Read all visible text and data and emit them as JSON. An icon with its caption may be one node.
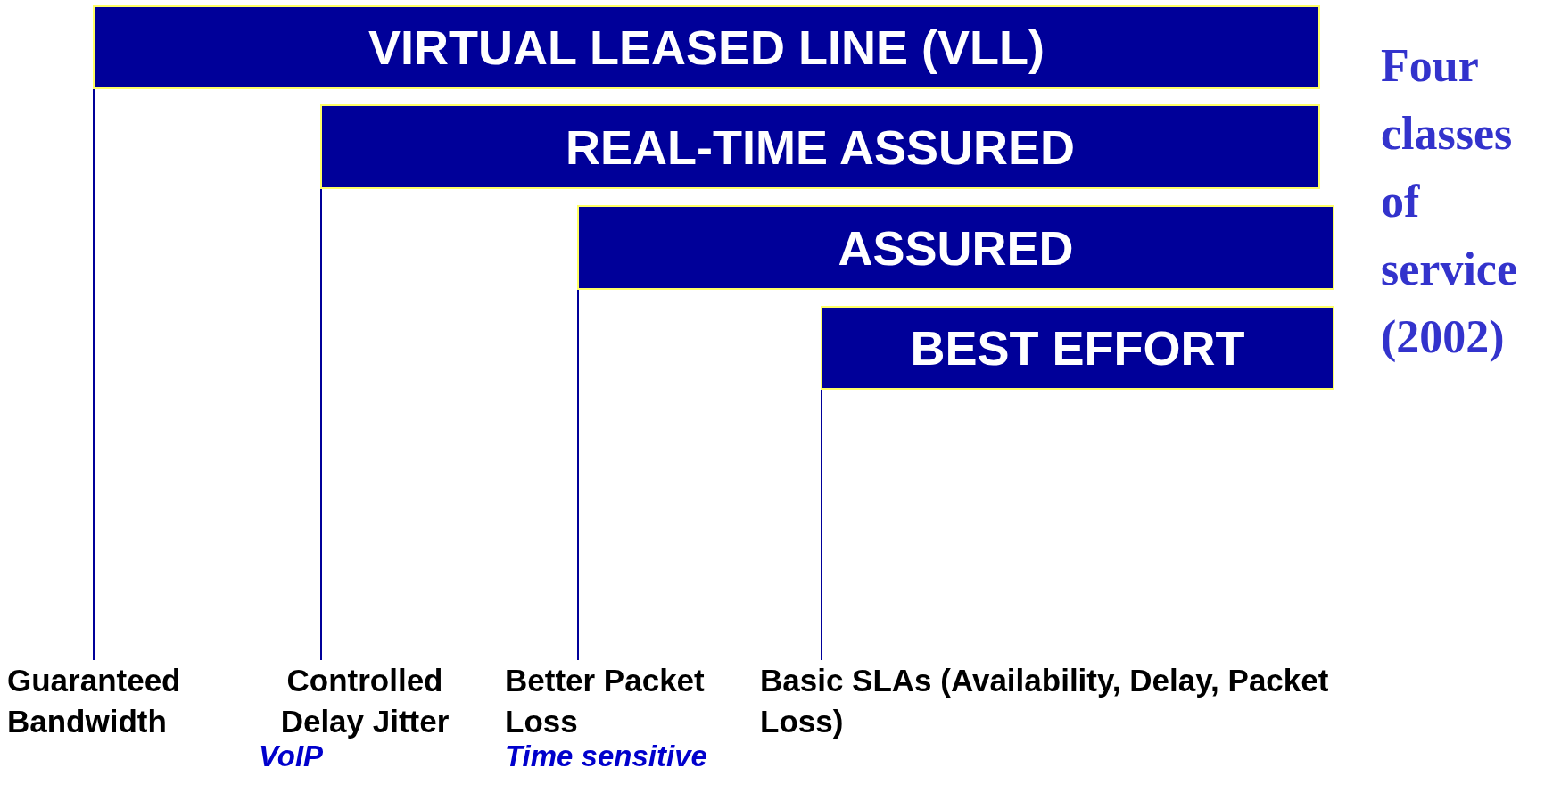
{
  "diagram": {
    "title": "Four classes of service (2002)",
    "nodes": [
      {
        "text": [
          "VIRTUAL LEASED LINE (VLL)"
        ]
      },
      {
        "text": [
          "REAL-TIME ASSURED"
        ]
      },
      {
        "text": [
          "ASSURED"
        ]
      },
      {
        "text": [
          "BEST EFFORT"
        ]
      },
      {
        "text": [
          "Guaranteed Bandwidth"
        ]
      },
      {
        "text": [
          "Controlled Delay Jitter"
        ],
        "beside": [
          "VoIP"
        ]
      },
      {
        "text": [
          "Better Packet Loss"
        ],
        "beside": [
          "Time sensitive"
        ]
      },
      {
        "text": [
          "Basic SLAs (Availability, Delay, Packet Loss)"
        ]
      }
    ],
    "edges": [
      {
        "from": 0,
        "to": 4,
        "arrow": "none"
      },
      {
        "from": 1,
        "to": 5,
        "arrow": "none"
      },
      {
        "from": 2,
        "to": 6,
        "arrow": "none"
      },
      {
        "from": 3,
        "to": 7,
        "arrow": "none"
      }
    ]
  }
}
